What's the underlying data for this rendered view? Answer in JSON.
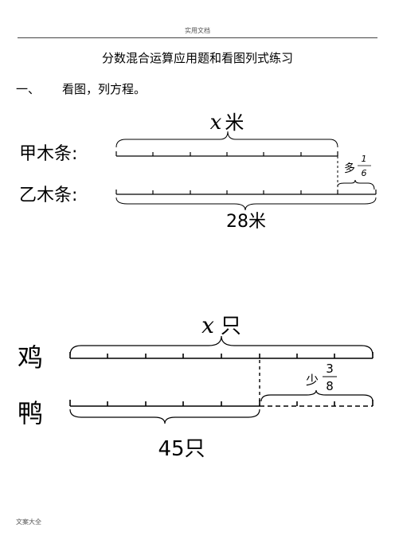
{
  "header": {
    "text": "实用文档"
  },
  "title": "分数混合运算应用题和看图列式练习",
  "section": {
    "number": "一、",
    "instruction": "看图，列方程。"
  },
  "diagram1": {
    "var": "x",
    "top_unit": "米",
    "row1_label": "甲木条:",
    "row2_label": "乙木条:",
    "diff_word": "多",
    "frac_num": "1",
    "frac_den": "6",
    "bottom_value": "28米"
  },
  "diagram2": {
    "var": "x",
    "top_unit": "只",
    "row1_label": "鸡",
    "row2_label": "鸭",
    "diff_word": "少",
    "frac_num": "3",
    "frac_den": "8",
    "bottom_value": "45只"
  },
  "footer": {
    "text": "文案大全"
  }
}
